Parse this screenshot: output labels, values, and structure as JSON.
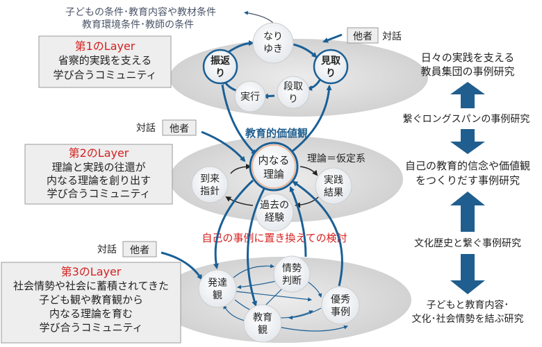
{
  "conditions": {
    "line1": "子どもの条件･教育内容や教材条件",
    "line2": "教育環境条件･教師の条件"
  },
  "layer1": {
    "title": "第1のLayer",
    "line1": "省察的実践を支える",
    "line2": "学び合うコミュニティ",
    "dialogue": "対話",
    "other": "他者",
    "cycle": {
      "naryuki_1": "なり",
      "naryuki_2": "ゆき",
      "mitori_1": "見取",
      "mitori_2": "り",
      "furikaeri_1": "振返",
      "furikaeri_2": "り",
      "dandori_1": "段取",
      "dandori_2": "り",
      "jikko": "実行"
    }
  },
  "values_label": "教育的価値観",
  "layer2": {
    "title": "第2のLayer",
    "line1": "理論と実践の往還が",
    "line2": "内なる理論を創り出す",
    "line3": "学び合うコミュニティ",
    "dialogue": "対話",
    "other": "他者",
    "theory_label": "理論＝仮定系",
    "nodes": {
      "inner_1": "内なる",
      "inner_2": "理論",
      "goal_1": "到来",
      "goal_2": "指針",
      "result_1": "実践",
      "result_2": "結果",
      "past_1": "過去の",
      "past_2": "経験"
    }
  },
  "replace_label": "自己の事例に置き換えての検討",
  "layer3": {
    "title": "第3のLayer",
    "line1": "社会情勢や社会に蓄積されてきた",
    "line2": "子ども観や教育観から",
    "line3": "内なる理論を育む",
    "line4": "学び合うコミュニティ",
    "dialogue": "対話",
    "other": "他者",
    "nodes": {
      "hattatsu_1": "発達",
      "hattatsu_2": "観",
      "josei_1": "情勢",
      "josei_2": "判断",
      "kyoiku_1": "教育",
      "kyoiku_2": "観",
      "yushu_1": "優秀",
      "yushu_2": "事例"
    }
  },
  "right": {
    "top_1": "日々の実践を支える",
    "top_2": "教員集団の事例研究",
    "link1": "繋ぐロングスパンの事例研究",
    "mid_1": "自己の教育的信念や価値観",
    "mid_2": "をつくりだす事例研究",
    "link2": "文化歴史と繋ぐ事例研究",
    "bot_1": "子どもと教育内容･",
    "bot_2": "文化･社会情勢を結ぶ研究"
  },
  "colors": {
    "accent_blue": "#1f5e8e",
    "arrow_blue": "#1a5f95",
    "layer_red": "#d62020",
    "ellipse_gray": "#d4d4d4",
    "box_fill": "#eeeeee",
    "box_stroke": "#999999",
    "text_dark": "#222222",
    "condition_text": "#4a5468"
  }
}
